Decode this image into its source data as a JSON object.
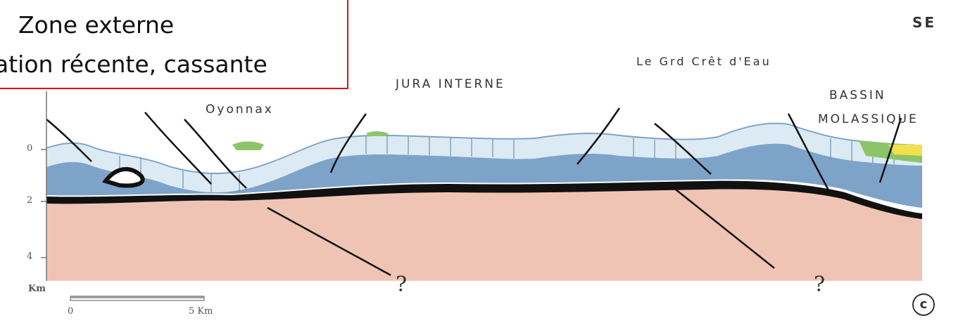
{
  "callout": {
    "line1": "Zone externe",
    "line2": "ation récente, cassante"
  },
  "labels": {
    "orientation": "SE",
    "oyonnax": "Oyonnax",
    "jura_interne": "JURA INTERNE",
    "grd_cret": "Le Grd Crêt d'Eau",
    "bassin": "BASSIN",
    "molassique": "MOLASSIQUE",
    "unknown_fault_1": "?",
    "unknown_fault_2": "?",
    "copyright": "c"
  },
  "depth_axis": {
    "unit": "Km",
    "ticks": [
      "0",
      "2",
      "4"
    ]
  },
  "scale_bar": {
    "start": "0",
    "end": "5 Km"
  },
  "colors": {
    "basement": "#f0c4b4",
    "sediment_blue": "#7ea3c9",
    "limestone_light": "#dceaf4",
    "detachment_black": "#111111",
    "molasse_green": "#8cc46a",
    "molasse_yellow": "#f2e14a",
    "callout_border": "#e01010"
  }
}
